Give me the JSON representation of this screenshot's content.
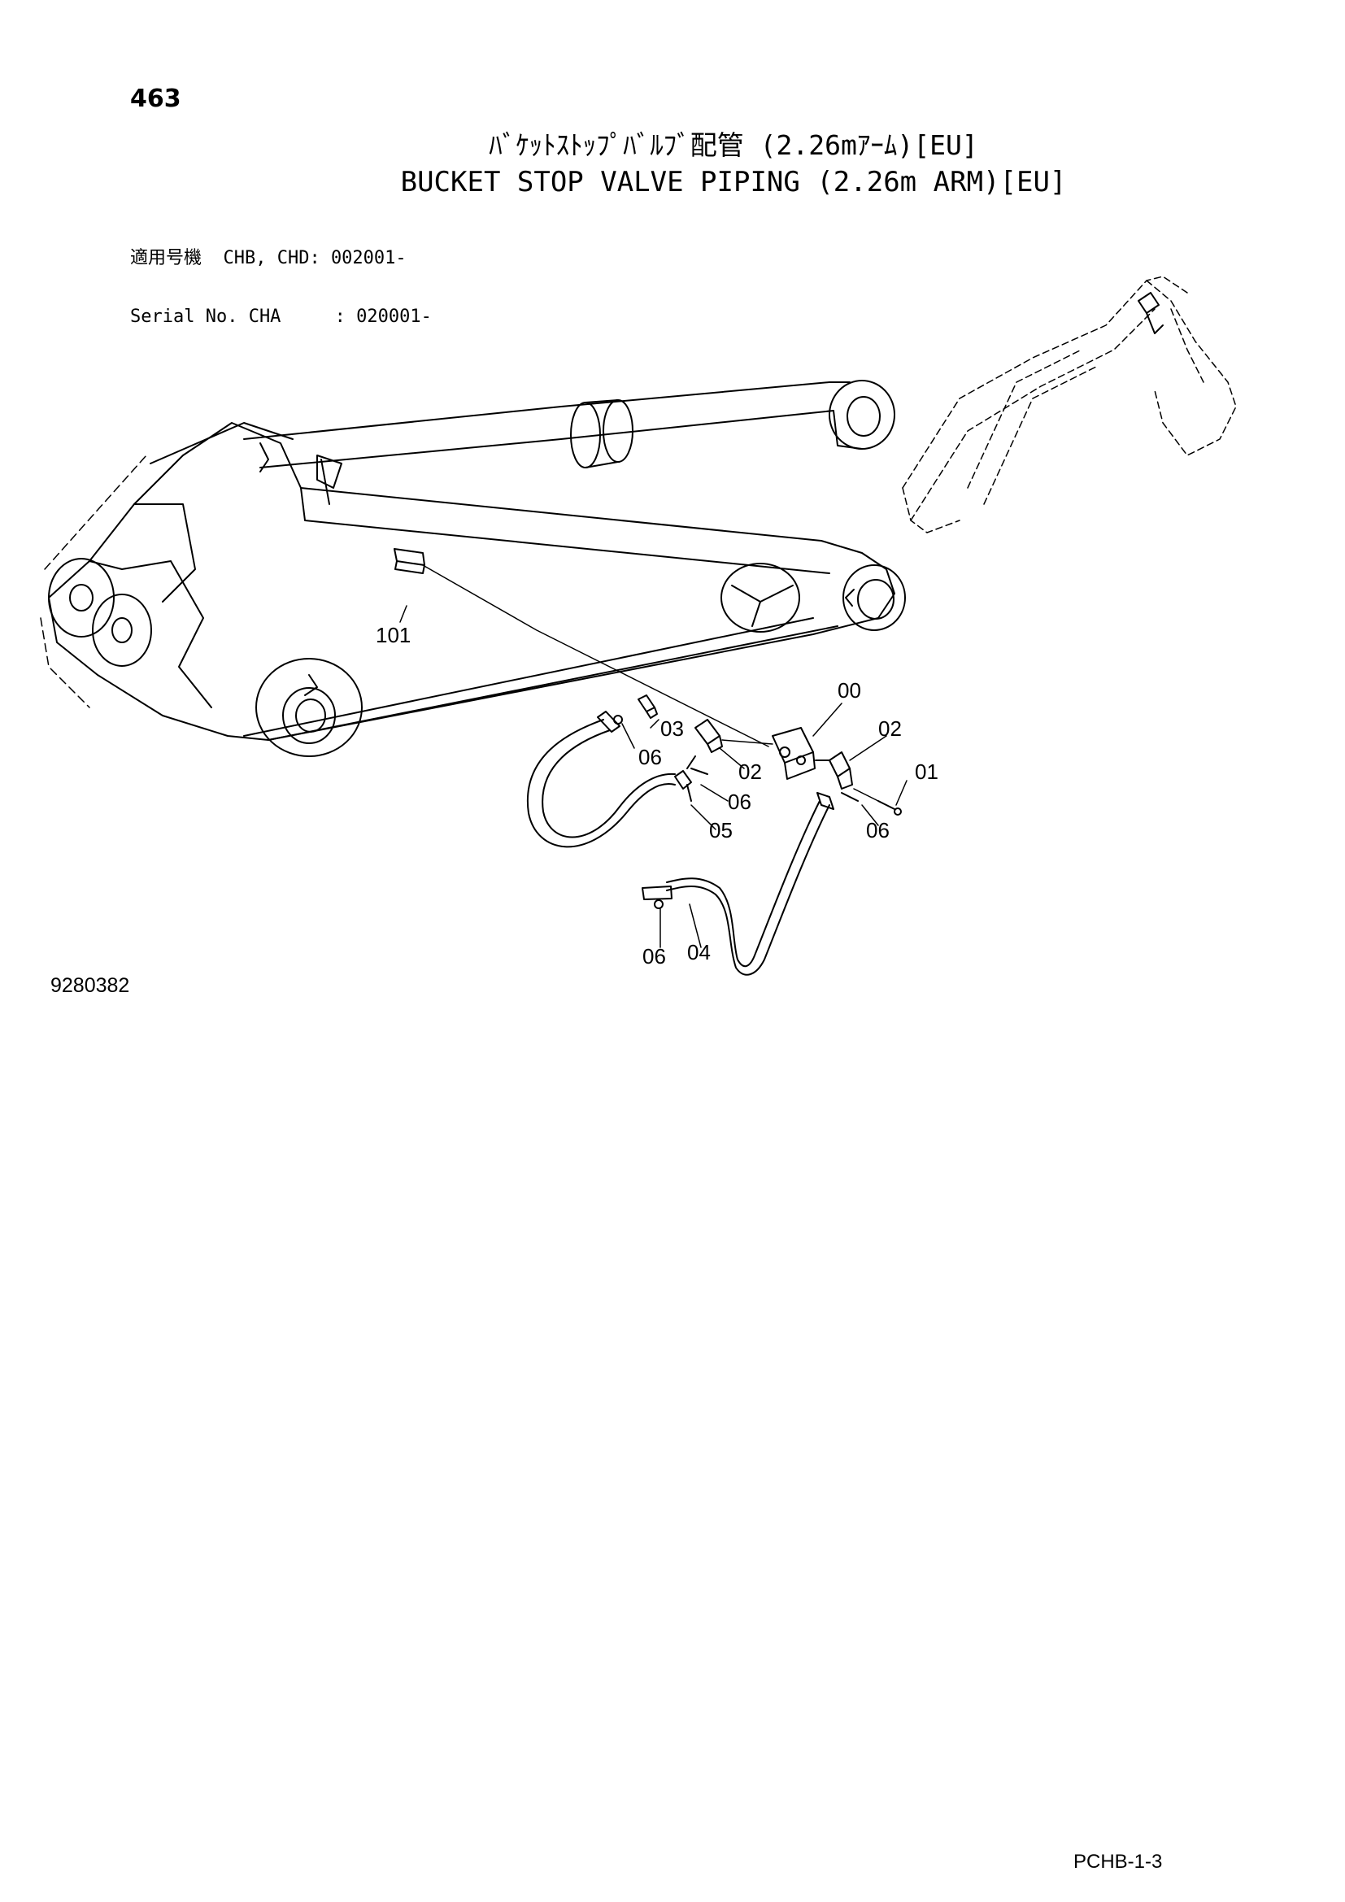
{
  "page": {
    "number": "463",
    "title_jp": "ﾊﾞｹｯﾄｽﾄｯﾌﾟﾊﾞﾙﾌﾞ配管 (2.26mｱｰﾑ)[EU]",
    "title_en": "BUCKET STOP VALVE PIPING (2.26m ARM)[EU]",
    "applicability": [
      "適用号機  CHB, CHD: 002001-",
      "Serial No. CHA     : 020001-"
    ],
    "drawing_number": "9280382",
    "page_code": "PCHB-1-3"
  },
  "callouts": {
    "c101": "101",
    "c00": "00",
    "c02a": "02",
    "c01": "01",
    "c03": "03",
    "c06a": "06",
    "c02b": "02",
    "c06b": "06",
    "c06c": "06",
    "c05": "05",
    "c06d": "06",
    "c04": "04"
  }
}
